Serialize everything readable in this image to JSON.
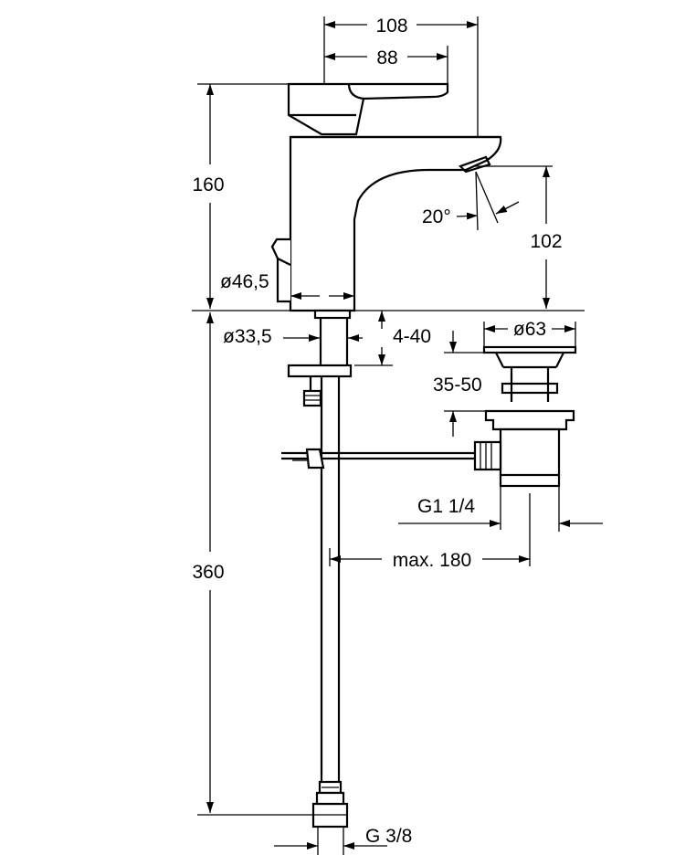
{
  "drawing": {
    "dimensions": {
      "width_108": "108",
      "width_88": "88",
      "height_160": "160",
      "height_102": "102",
      "angle_20": "20°",
      "dia_46_5": "ø46,5",
      "dia_33_5": "ø33,5",
      "range_4_40": "4-40",
      "dia_63": "ø63",
      "range_35_50": "35-50",
      "thread_g1_1_4": "G1 1/4",
      "max_180": "max. 180",
      "height_360": "360",
      "thread_g3_8": "G 3/8"
    }
  }
}
